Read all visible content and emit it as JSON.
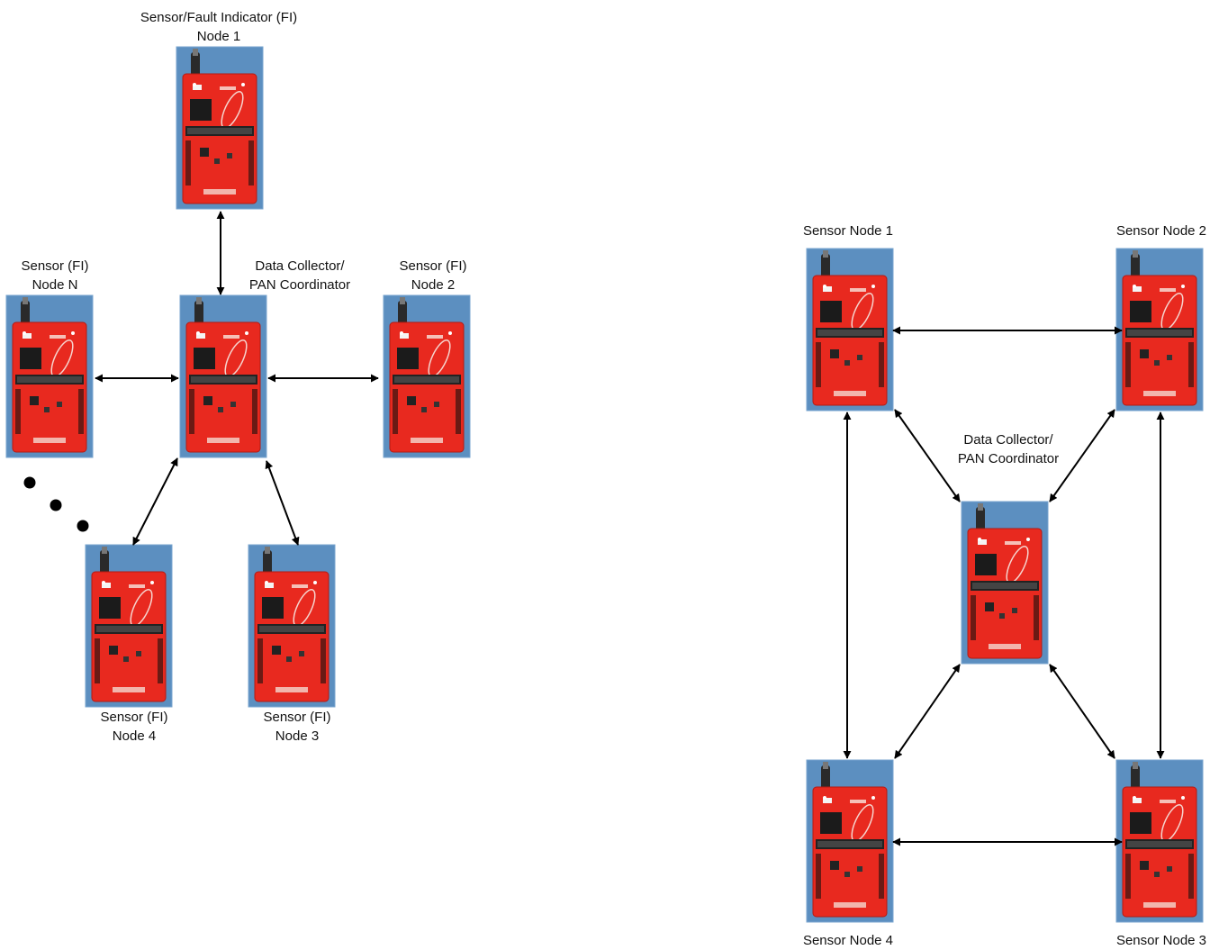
{
  "star_topology": {
    "coordinator": {
      "line1": "Data Collector/",
      "line2": "PAN Coordinator"
    },
    "node_1": {
      "line1": "Sensor/Fault Indicator (FI)",
      "line2": "Node 1"
    },
    "node_n": {
      "line1": "Sensor (FI)",
      "line2": "Node N"
    },
    "node_2": {
      "line1": "Sensor (FI)",
      "line2": "Node 2"
    },
    "node_4": {
      "line1": "Sensor (FI)",
      "line2": "Node 4"
    },
    "node_3": {
      "line1": "Sensor (FI)",
      "line2": "Node 3"
    }
  },
  "mesh_topology": {
    "coordinator": {
      "line1": "Data Collector/",
      "line2": "PAN Coordinator"
    },
    "node_1": {
      "label": "Sensor Node 1"
    },
    "node_2": {
      "label": "Sensor Node 2"
    },
    "node_3": {
      "label": "Sensor Node 3"
    },
    "node_4": {
      "label": "Sensor Node 4"
    }
  },
  "colors": {
    "board_red": "#e8291f",
    "board_background": "#5c8fc0",
    "arrow": "#000000"
  }
}
